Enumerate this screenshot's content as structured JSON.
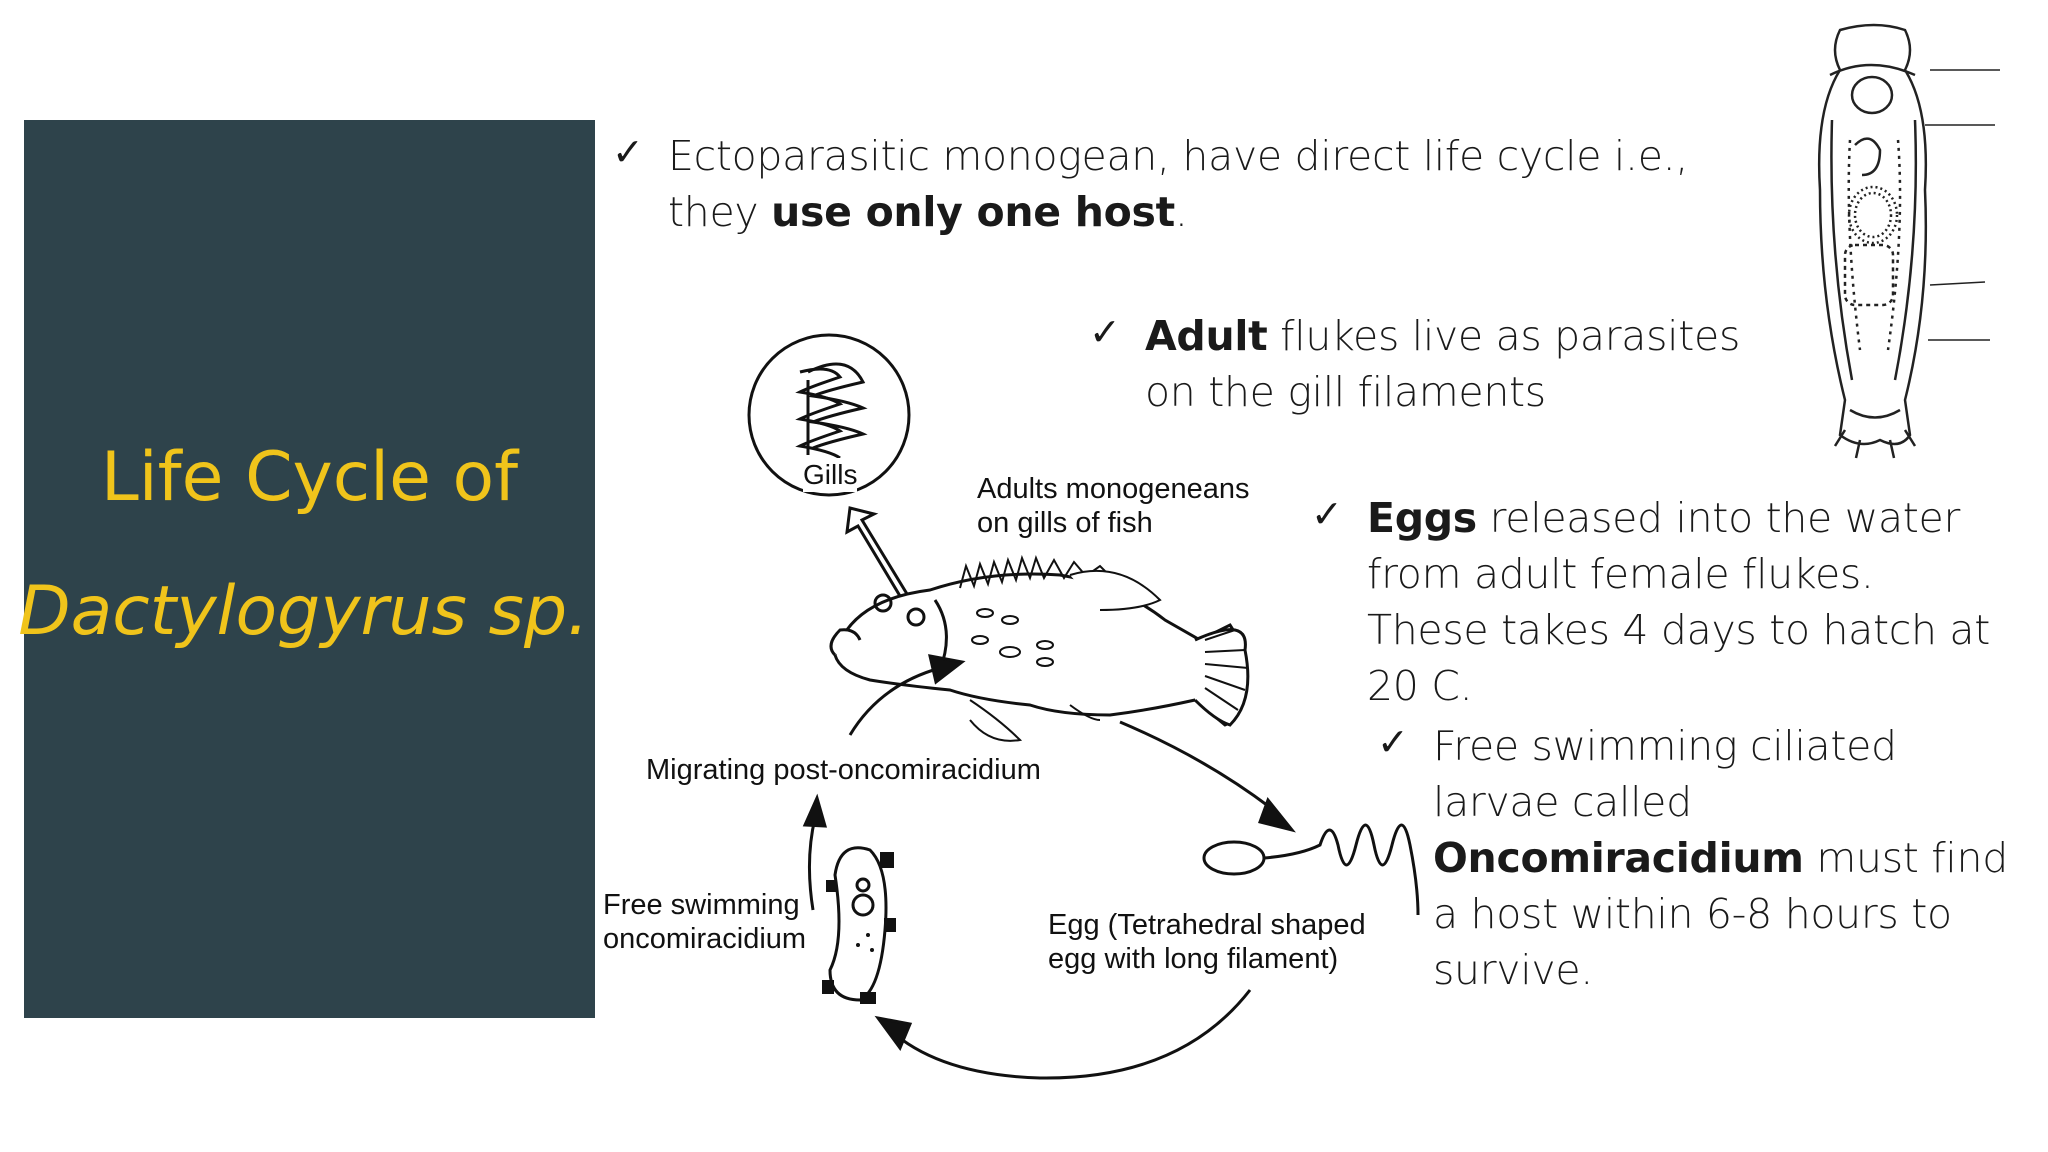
{
  "title": {
    "line1": "Life Cycle of",
    "line2": "Dactylogyrus sp.",
    "panel_color": "#2e434b",
    "text_color": "#f0c41b"
  },
  "bullets": [
    {
      "check": "✓",
      "pre": "Ectoparasitic monogean, have direct life cycle i.e., they ",
      "bold": "use only one host",
      "post": "."
    },
    {
      "check": "✓",
      "pre": "",
      "bold": "Adult",
      "post": " flukes live as parasites on the gill filaments"
    },
    {
      "check": "✓",
      "pre": "",
      "bold": "Eggs",
      "post": " released into the water from adult female flukes. These takes 4 days to hatch at 20  C."
    },
    {
      "check": "✓",
      "pre": "Free swimming ciliated larvae called ",
      "bold": "Oncomiracidium",
      "post": " must find a host within 6-8 hours to survive."
    }
  ],
  "diagram": {
    "gills": "Gills",
    "adults": "Adults monogeneans on gills of fish",
    "migrating": "Migrating post-oncomiracidium",
    "free_swimming": "Free swimming oncomiracidium",
    "egg": "Egg (Tetrahedral shaped egg with long filament)"
  },
  "icons": [
    "check-icon",
    "gills-inset-icon",
    "fish-illustration",
    "egg-illustration",
    "larva-illustration",
    "fluke-illustration"
  ]
}
